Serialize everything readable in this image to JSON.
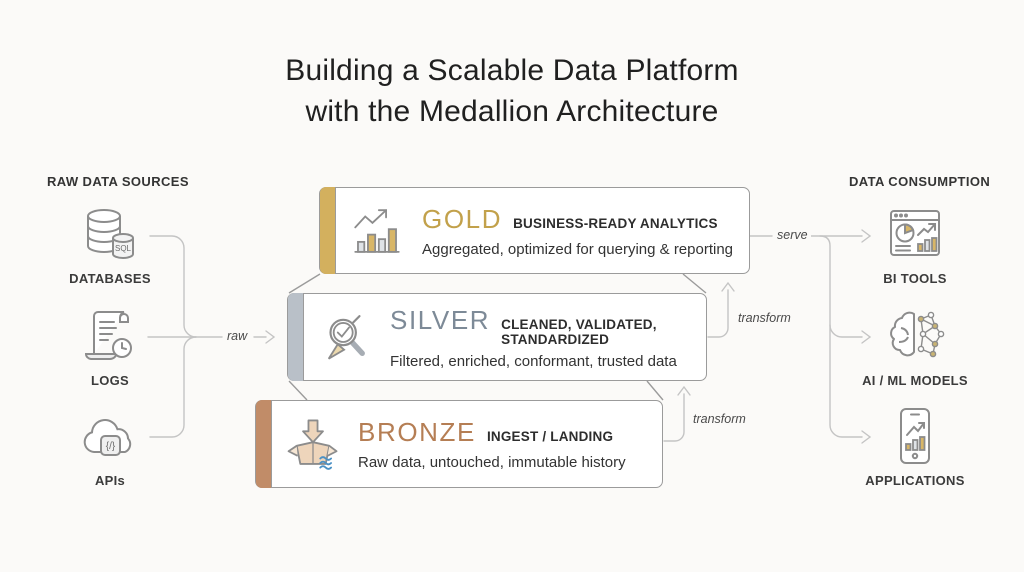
{
  "title": {
    "line1": "Building a Scalable Data Platform",
    "line2": "with the Medallion Architecture"
  },
  "sources": {
    "header": "RAW DATA SOURCES",
    "items": [
      {
        "label": "DATABASES",
        "icon": "database-icon",
        "badge": "SQL"
      },
      {
        "label": "LOGS",
        "icon": "logs-icon"
      },
      {
        "label": "APIs",
        "icon": "apis-icon",
        "glyph": "{/}"
      }
    ]
  },
  "layers": [
    {
      "name": "GOLD",
      "tagline": "BUSINESS-READY ANALYTICS",
      "description": "Aggregated, optimized for querying & reporting",
      "name_color": "#c2a14b",
      "stripe_color": "#d3b05e"
    },
    {
      "name": "SILVER",
      "tagline": "CLEANED, VALIDATED, STANDARDIZED",
      "description": "Filtered, enriched, conformant, trusted data",
      "name_color": "#7d8a97",
      "stripe_color": "#b9c0c8"
    },
    {
      "name": "BRONZE",
      "tagline": "INGEST / LANDING",
      "description": "Raw data, untouched, immutable history",
      "name_color": "#b57e54",
      "stripe_color": "#c18c68"
    }
  ],
  "consumption": {
    "header": "DATA CONSUMPTION",
    "items": [
      {
        "label": "BI TOOLS",
        "icon": "bi-tools-icon"
      },
      {
        "label": "AI / ML MODELS",
        "icon": "ai-ml-icon"
      },
      {
        "label": "APPLICATIONS",
        "icon": "applications-icon"
      }
    ]
  },
  "flows": {
    "raw": "raw",
    "serve": "serve",
    "transform_silver_to_gold": "transform",
    "transform_bronze_to_silver": "transform"
  },
  "colors": {
    "background": "#fbfaf8",
    "box_border": "#9b9b9b",
    "wire": "#c4c4c4",
    "text_dark": "#202020",
    "gold": "#c2a14b",
    "silver": "#7d8a97",
    "bronze": "#b57e54",
    "accent_bar_gold": "#d8b667",
    "wave_blue": "#4a90c4"
  }
}
